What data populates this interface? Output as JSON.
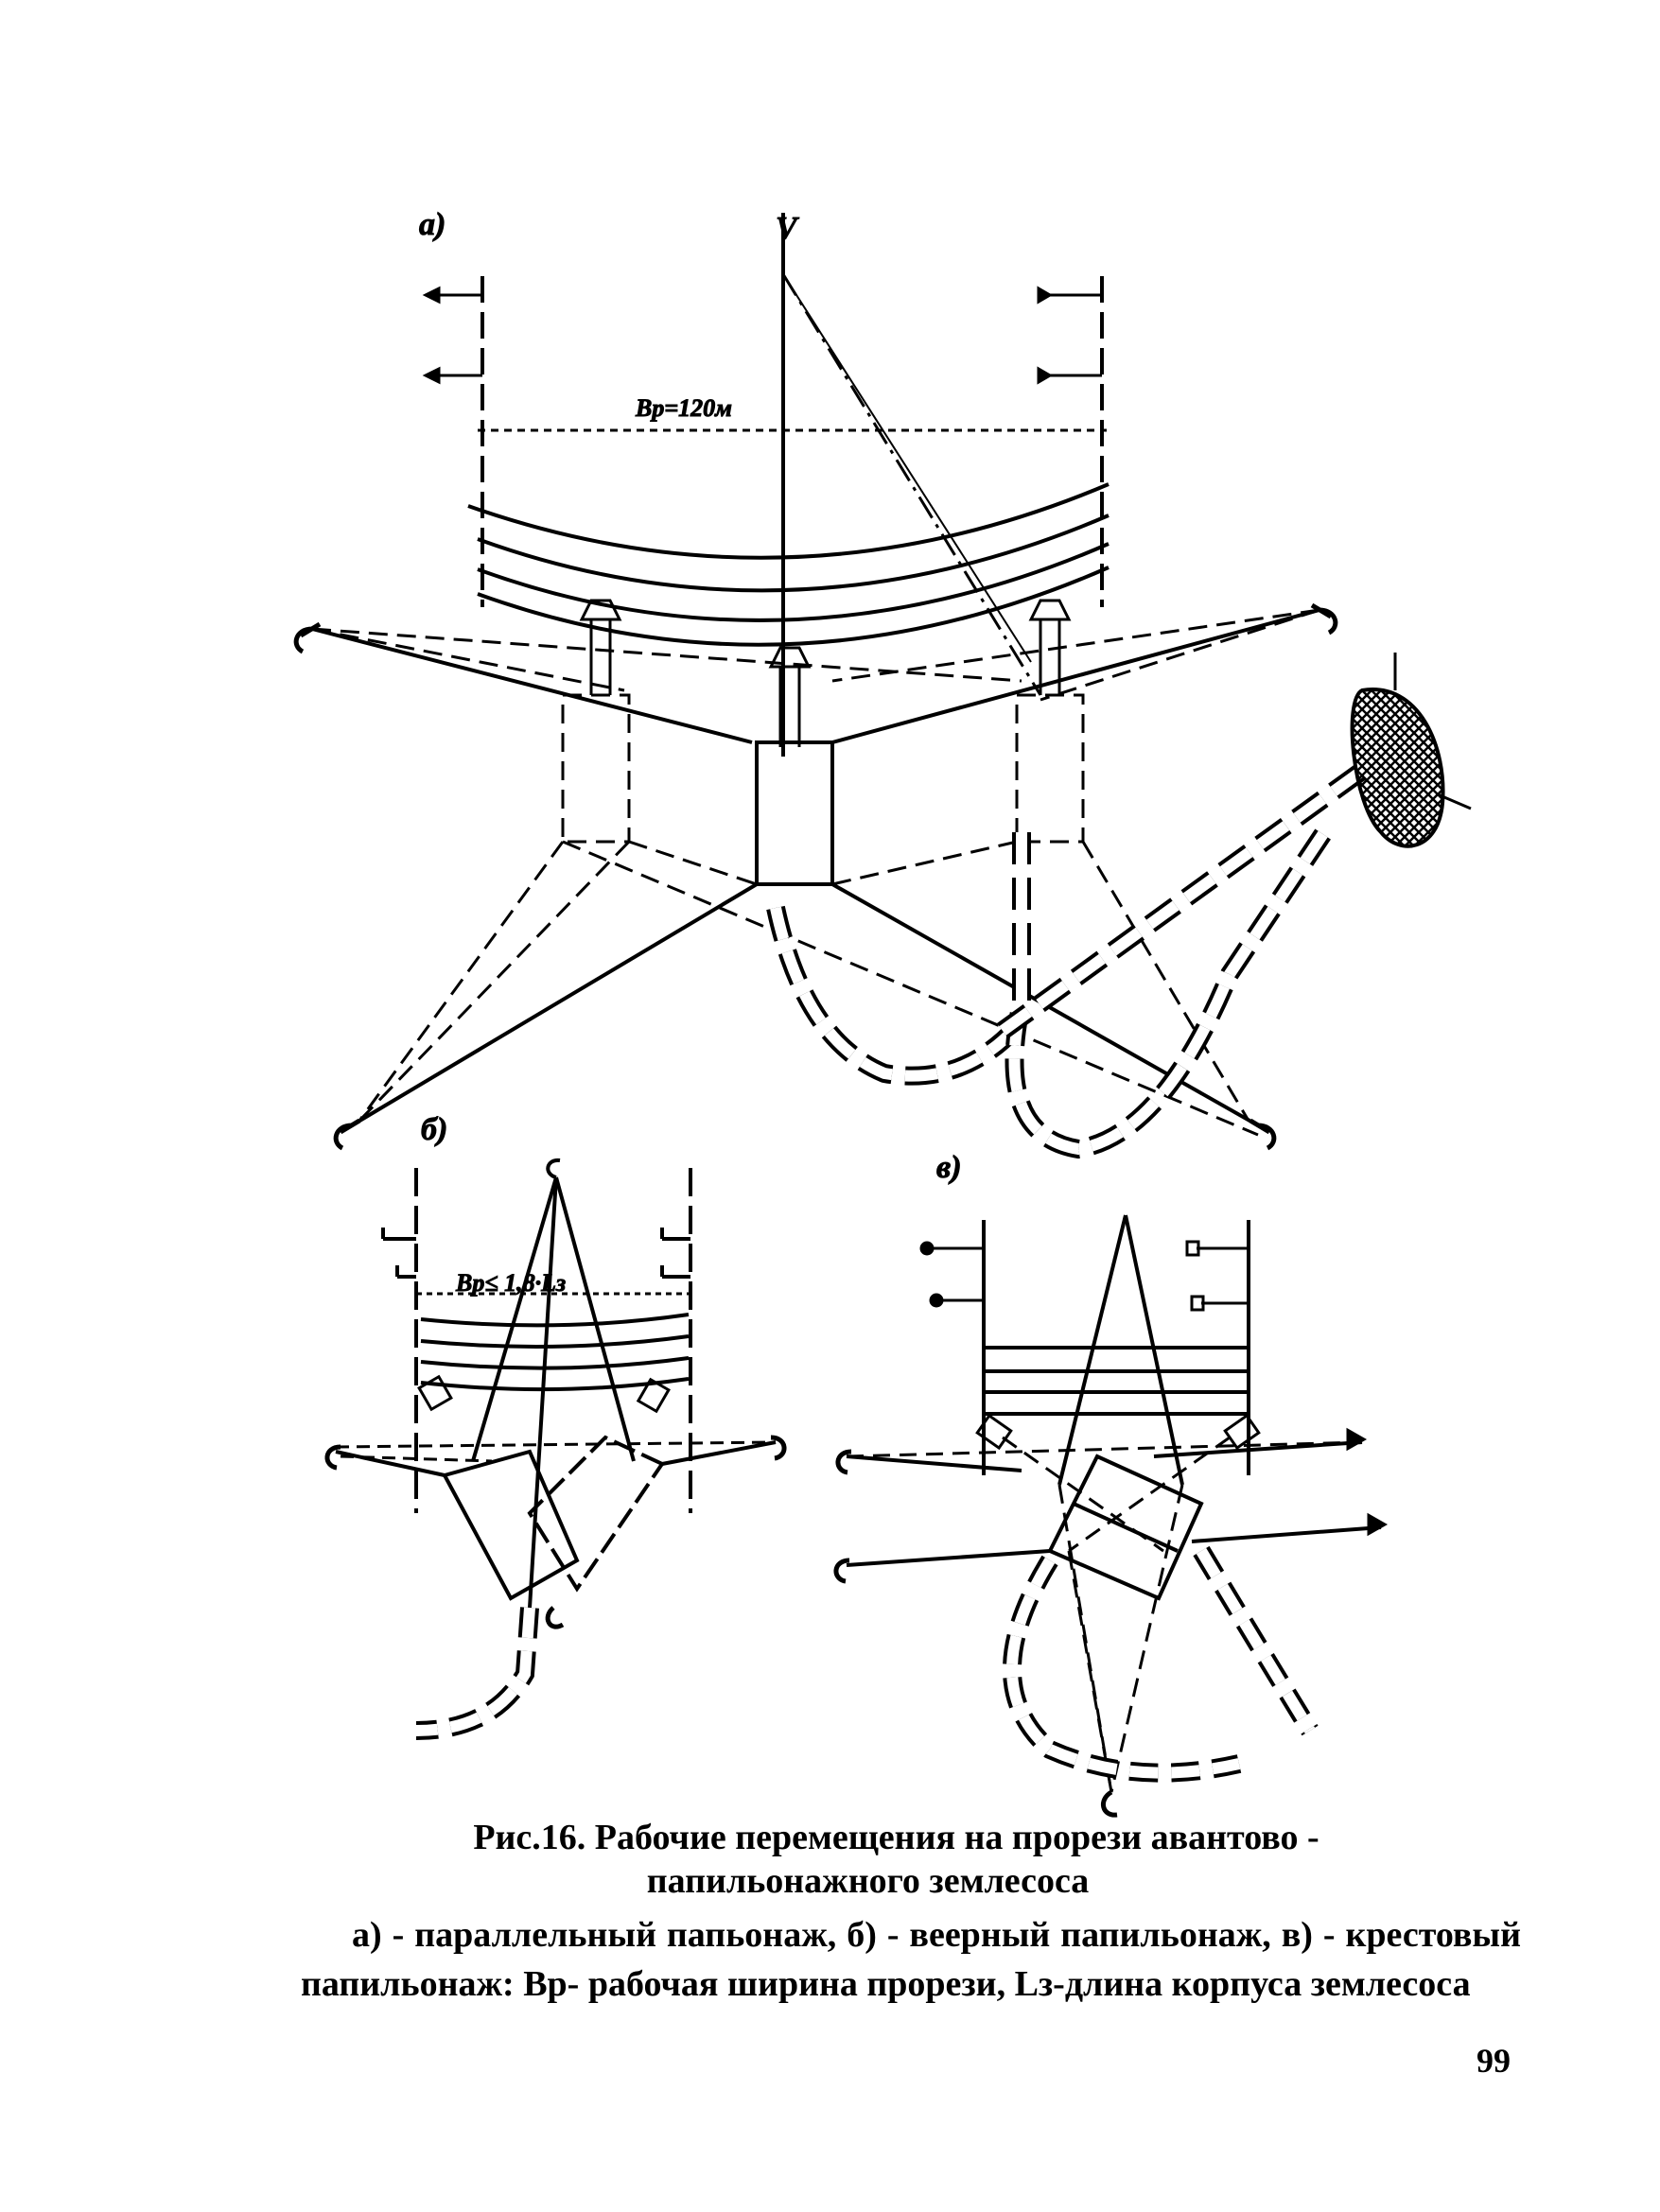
{
  "figure": {
    "label_a": "a)",
    "label_b": "б)",
    "label_c": "в)",
    "label_v": "V",
    "dim_a": "Bр=120м",
    "dim_b": "Bр≤ 1,8·Lз"
  },
  "caption": {
    "title_line1": "Рис.16. Рабочие перемещения на прорези авантово -",
    "title_line2": "папильонажного землесоса",
    "body": "а) - параллельный папьонаж, б) - веерный папильонаж, в) - крестовый папильонаж: Bр- рабочая ширина прорези, Lз-длина корпуса землесоса"
  },
  "page_number": "99"
}
